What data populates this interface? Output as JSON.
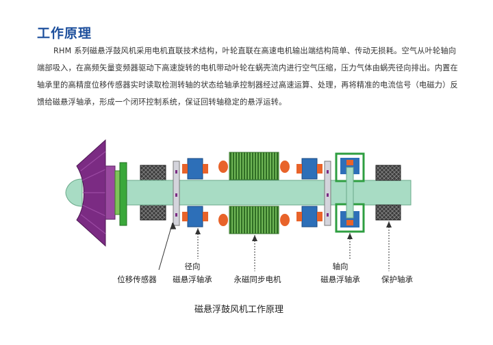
{
  "heading": "工作原理",
  "paragraph": "RHM 系列磁悬浮鼓风机采用电机直联技术结构，叶轮直联在高速电机输出端结构简单、传动无损耗。空气从叶轮轴向端部吸入，在高频矢量变频器驱动下高速旋转的电机带动叶轮在蜗壳流内进行空气压缩，压力气体由蜗壳径向排出。内置在轴承里的高精度位移传感器实时读取检测转轴的状态给轴承控制器经过高速运算、处理，再将精准的电流信号（电磁力）反馈给磁悬浮轴承，形成一个闭环控制系统，保证回转轴稳定的悬浮运转。",
  "diagram": {
    "labels": {
      "displacement_sensor": "位移传感器",
      "radial_line1": "径向",
      "radial_line2": "磁悬浮轴承",
      "motor": "永磁同步电机",
      "axial_line1": "轴向",
      "axial_line2": "磁悬浮轴承",
      "protective_bearing": "保护轴承"
    },
    "caption": "磁悬浮鼓风机工作原理"
  },
  "colors": {
    "heading": "#1d4f9c",
    "impeller": "#7b2b83",
    "shaft": "#a8dcc4",
    "bearing_blue": "#2d6fb8",
    "nut_orange": "#e8632a",
    "motor_green": "#4f9a3a",
    "protective_bearing": "#4a4a4a",
    "sensor_plate": "#d4d4dc",
    "axial_frame": "#2e9e40"
  }
}
